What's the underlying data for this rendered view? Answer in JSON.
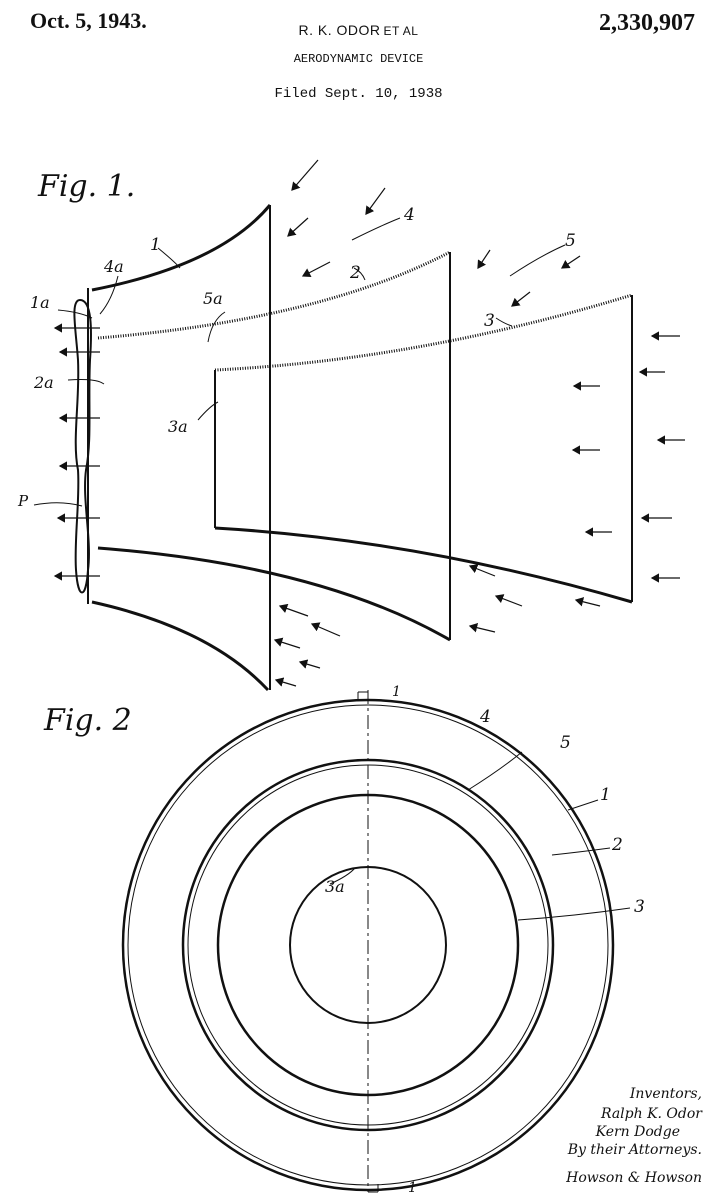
{
  "header": {
    "date": "Oct. 5, 1943.",
    "inventor": "R. K. ODOR",
    "inventor_suffix": "ET AL",
    "patent_number": "2,330,907",
    "title": "AERODYNAMIC DEVICE",
    "filed": "Filed Sept. 10, 1938"
  },
  "figures": {
    "fig1": {
      "caption": "Fig. 1.",
      "labels": [
        "1",
        "2",
        "3",
        "4",
        "5",
        "1a",
        "2a",
        "3a",
        "4a",
        "5a",
        "P"
      ]
    },
    "fig2": {
      "caption": "Fig. 2",
      "labels": [
        "1",
        "2",
        "3",
        "4",
        "5",
        "3a"
      ],
      "section_marks": [
        "1",
        "1"
      ]
    }
  },
  "signature": {
    "lines": [
      "Inventors,",
      "Ralph K. Odor",
      "Kern Dodge",
      "By their Attorneys."
    ],
    "attorneys": "Howson & Howson"
  },
  "colors": {
    "ink": "#111111",
    "paper": "#ffffff"
  }
}
